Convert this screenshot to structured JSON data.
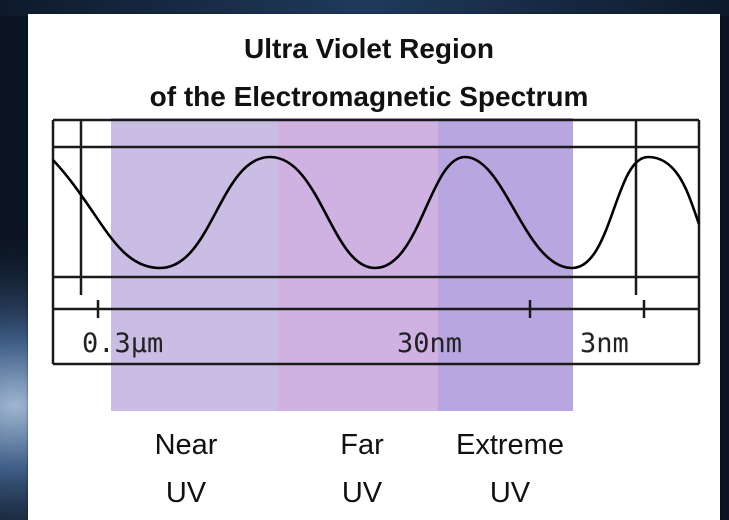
{
  "title": {
    "line1": "Ultra Violet Region",
    "line2": "of the Electromagnetic Spectrum"
  },
  "scale_labels": [
    "0.3μm",
    "30nm",
    "3nm"
  ],
  "regions": [
    {
      "line1": "Near",
      "line2": "UV",
      "color": "#c9bde3"
    },
    {
      "line1": "Far",
      "line2": "UV",
      "color": "#cfb2e2"
    },
    {
      "line1": "Extreme",
      "line2": "UV",
      "color": "#b8a6e0"
    }
  ],
  "colors": {
    "panel": "#ffffff",
    "wave": "#000000",
    "frame": "#1a1a1a"
  }
}
